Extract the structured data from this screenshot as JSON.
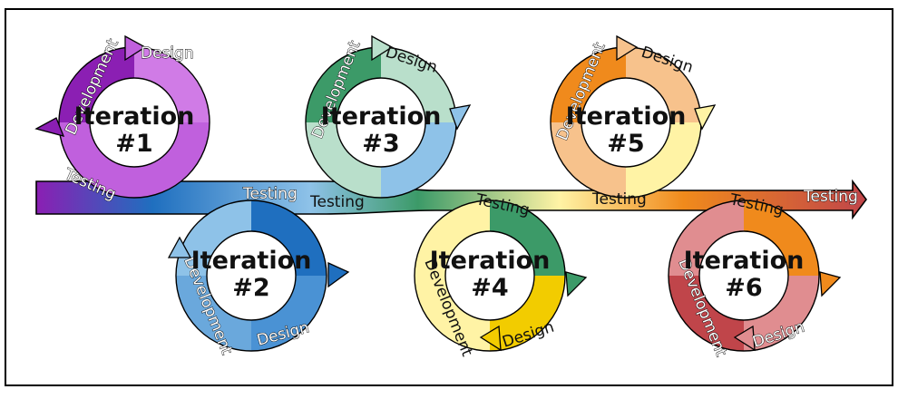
{
  "labels": {
    "design": "Design",
    "development": "Development",
    "testing": "Testing"
  },
  "iterations": [
    {
      "title": "Iteration",
      "number": "#1"
    },
    {
      "title": "Iteration",
      "number": "#2"
    },
    {
      "title": "Iteration",
      "number": "#3"
    },
    {
      "title": "Iteration",
      "number": "#4"
    },
    {
      "title": "Iteration",
      "number": "#5"
    },
    {
      "title": "Iteration",
      "number": "#6"
    }
  ],
  "colors": {
    "iteration_1": {
      "dark": "#8b1fb3",
      "light": "#c060dd"
    },
    "iteration_2": {
      "dark": "#1f6fbf",
      "light": "#8ec2e8"
    },
    "iteration_3": {
      "dark": "#3c9a68",
      "light": "#b9dfcb"
    },
    "iteration_4": {
      "dark": "#f2cc00",
      "light": "#fff3a5"
    },
    "iteration_5": {
      "dark": "#f08a1c",
      "light": "#f7c28c"
    },
    "iteration_6": {
      "dark": "#c0454a",
      "light": "#e08d90"
    },
    "outline": "#000000"
  }
}
